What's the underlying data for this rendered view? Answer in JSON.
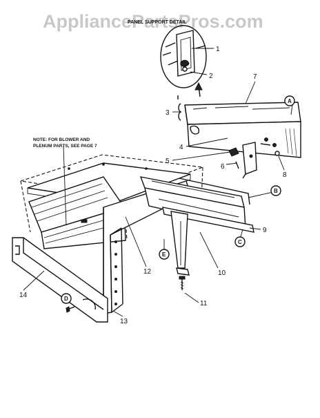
{
  "watermark": "AppliancePartsPros.com",
  "detail_title": "PANEL SUPPORT DETAIL",
  "note_line1": "NOTE: FOR BLOWER AND",
  "note_line2": "PLENUM PARTS, SEE PAGE 7",
  "part_numbers": [
    "1",
    "2",
    "3",
    "4",
    "5",
    "6",
    "7",
    "8",
    "9",
    "10",
    "11",
    "12",
    "13",
    "14"
  ],
  "reference_letters": [
    "A",
    "B",
    "C",
    "D",
    "E"
  ]
}
